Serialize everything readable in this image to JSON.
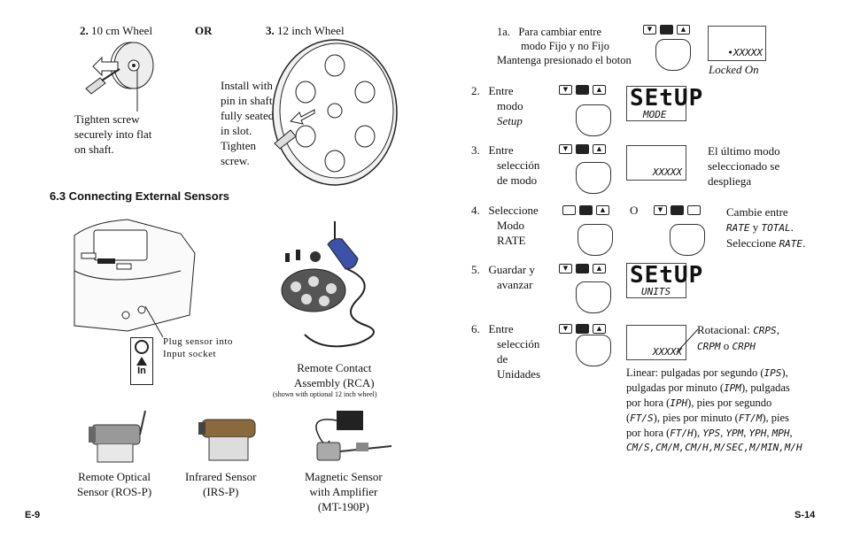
{
  "left": {
    "wheel10": {
      "num": "2.",
      "label": "10 cm Wheel"
    },
    "or_label": "OR",
    "wheel12": {
      "num": "3.",
      "label": "12 inch Wheel"
    },
    "tighten_note": [
      "Tighten screw",
      "securely into flat",
      "on shaft."
    ],
    "install_note": [
      "Install with",
      "pin in shaft",
      "fully seated",
      "in slot.",
      "Tighten",
      "screw."
    ],
    "section_heading": "6.3  Connecting External Sensors",
    "plug_note": [
      "Plug  sensor  into",
      "Input  socket"
    ],
    "input_label": "In",
    "rca_caption": [
      "Remote Contact",
      "Assembly (RCA)"
    ],
    "rca_note": "(shown with optional 12 inch wheel)",
    "sensor_captions": [
      [
        "Remote Optical",
        "Sensor (ROS-P)"
      ],
      [
        "Infrared Sensor",
        "(IRS-P)"
      ],
      [
        "Magnetic Sensor",
        "with Amplifier",
        "(MT-190P)"
      ]
    ],
    "page_number": "E-9"
  },
  "right": {
    "step1a": {
      "num": "1a.",
      "lines": [
        "Para cambiar entre",
        "modo Fijo y no Fijo",
        "Mantenga presionado el boton"
      ],
      "lcd": "XXXXX",
      "caption": "Locked On"
    },
    "step2": {
      "num": "2.",
      "lines": [
        "Entre",
        "modo"
      ],
      "italic": "Setup",
      "lcd_main": "SEtUP",
      "lcd_sub": "MODE"
    },
    "step3": {
      "num": "3.",
      "lines": [
        "Entre",
        "selección",
        "de modo"
      ],
      "lcd": "XXXXX",
      "note": [
        "El último modo",
        "seleccionado se",
        "despliega"
      ]
    },
    "step4": {
      "num": "4.",
      "lines": [
        "Seleccione",
        "Modo",
        "RATE"
      ],
      "o": "O",
      "note1": "Cambie entre",
      "note2_a": "RATE",
      "note2_b": " y ",
      "note2_c": "TOTAL",
      "note2_d": ".",
      "note3_a": "Seleccione ",
      "note3_b": "RATE",
      "note3_c": "."
    },
    "step5": {
      "num": "5.",
      "lines": [
        "Guardar  y",
        "avanzar"
      ],
      "lcd_main": "SEtUP",
      "lcd_sub": "UNITS"
    },
    "step6": {
      "num": "6.",
      "lines": [
        "Entre",
        "selección",
        "de",
        "Unidades"
      ],
      "lcd": "XXXXX",
      "rot_a": "Rotacional: ",
      "rot_b": "CRPS",
      "rot_c": ",",
      "rot2_a": "CRPM",
      "rot2_b": " o ",
      "rot2_c": "CRPH",
      "linear_lines": [
        [
          "Linear:  pulgadas por segundo (",
          "IPS",
          "),"
        ],
        [
          "pulgadas por minuto (",
          "IPM",
          "), pulgadas"
        ],
        [
          "por hora (",
          "IPH",
          "),  pies  por  segundo"
        ],
        [
          "(",
          "FT/S",
          "), pies por minuto (",
          "FT/M",
          "), pies"
        ],
        [
          "por hora (",
          "FT/H",
          "), ",
          "YPS",
          ", ",
          "YPM",
          ", ",
          "YPH",
          ", ",
          "MPH",
          ","
        ]
      ],
      "linear_last": "CM/S,CM/M,CM/H,M/SEC,M/MIN,M/H"
    },
    "page_number": "S-14"
  },
  "button_glyphs": {
    "down": "▼",
    "up": "▲"
  }
}
